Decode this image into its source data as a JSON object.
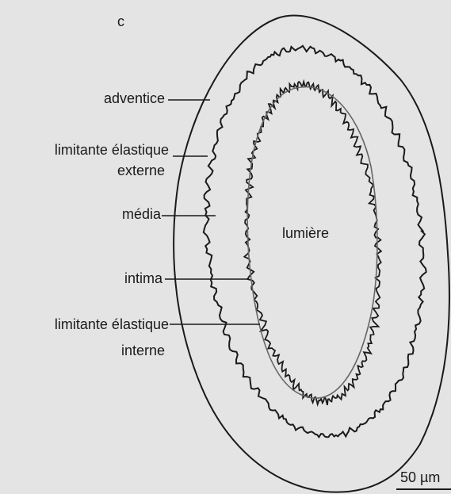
{
  "panel_letter": "c",
  "labels": {
    "adventice": "adventice",
    "lee_line1": "limitante élastique",
    "lee_line2": "externe",
    "media": "média",
    "intima": "intima",
    "lei_line1": "limitante élastique",
    "lei_line2": "interne",
    "lumen": "lumière"
  },
  "scale_bar": {
    "label": "50 µm"
  },
  "colors": {
    "background": "#e4e4e4",
    "ink": "#1a1a1a",
    "intima_line": "#666666"
  }
}
